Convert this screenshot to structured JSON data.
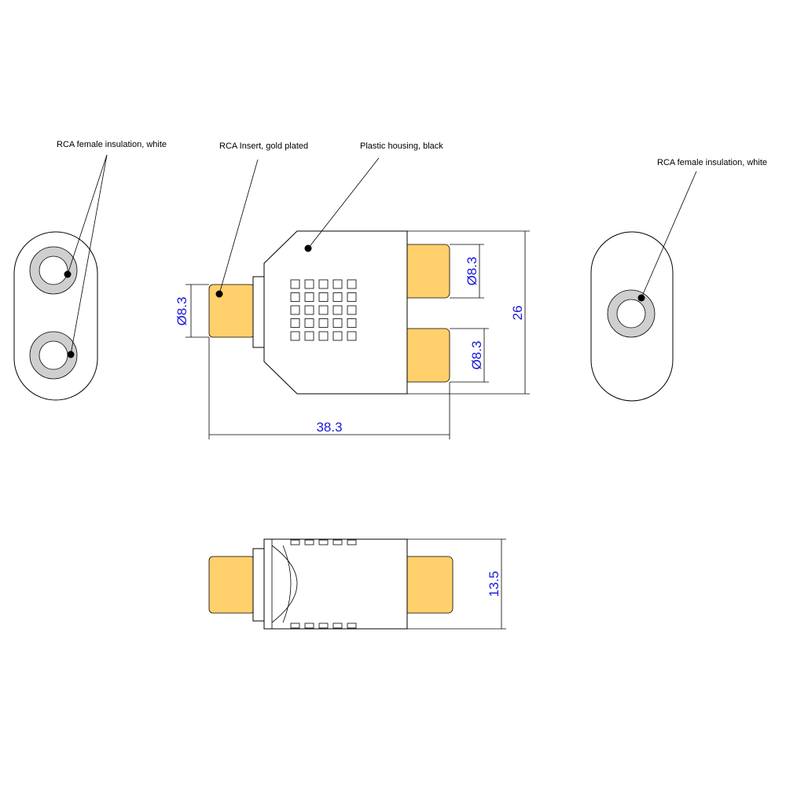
{
  "callouts": {
    "left_insulation": "RCA female insulation, white",
    "rca_insert": "RCA Insert,  gold plated",
    "plastic_housing": "Plastic housing, black",
    "right_insulation": "RCA female insulation, white"
  },
  "dimensions": {
    "plug_diameter": "Ø8.3",
    "upper_socket_diameter": "Ø8.3",
    "lower_socket_diameter": "Ø8.3",
    "overall_height": "26",
    "overall_length": "38.3",
    "thickness": "13.5"
  },
  "colors": {
    "gold": "#ffd06b",
    "insulation": "#cfcfcf",
    "dimension_text": "#1a1adb"
  }
}
